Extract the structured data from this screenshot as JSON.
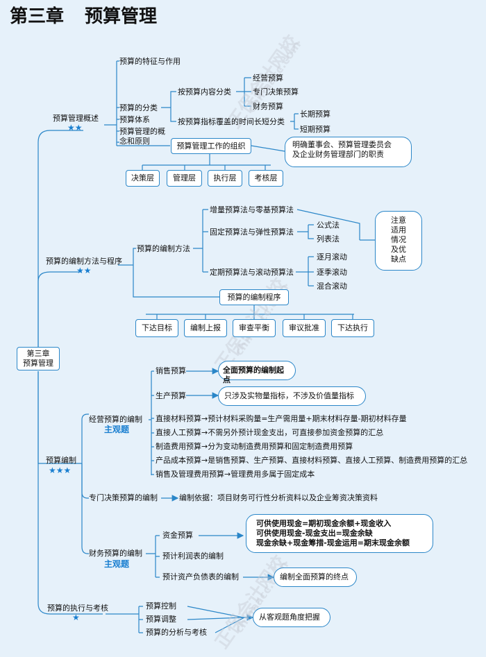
{
  "title": [
    "第三章",
    "预算管理"
  ],
  "watermark": [
    "正保会计网校",
    "chinaacc.com"
  ],
  "root": [
    "第三章",
    "预算管理"
  ],
  "sec1": {
    "label": "预算管理概述",
    "stars": "★★",
    "items": [
      "预算的特征与作用",
      "预算的分类",
      "预算体系",
      "预算管理的概",
      "念和原则"
    ],
    "cls_content": "按预算内容分类",
    "cls_content_items": [
      "经营预算",
      "专门决策预算",
      "财务预算"
    ],
    "cls_time": "按预算指标覆盖的时间长短分类",
    "cls_time_items": [
      "长期预算",
      "短期预算"
    ],
    "org": "预算管理工作的组织",
    "org_note": [
      "明确董事会、预算管理委员会",
      "及企业财务管理部门的职责"
    ],
    "levels": [
      "决策层",
      "管理层",
      "执行层",
      "考核层"
    ]
  },
  "sec2": {
    "label": "预算的编制方法与程序",
    "stars": "★★",
    "methods_label": "预算的编制方法",
    "methods": [
      "增量预算法与零基预算法",
      "固定预算法与弹性预算法",
      "定期预算法与滚动预算法"
    ],
    "flex": [
      "公式法",
      "列表法"
    ],
    "rolling": [
      "逐月滚动",
      "逐季滚动",
      "混合滚动"
    ],
    "note": [
      "注意",
      "适用",
      "情况",
      "及优",
      "缺点"
    ],
    "procedure": "预算的编制程序",
    "steps": [
      "下达目标",
      "编制上报",
      "审查平衡",
      "审议批准",
      "下达执行"
    ]
  },
  "sec3": {
    "label": "预算编制",
    "stars": "★★★",
    "op_label": "经营预算的编制",
    "op_key": "主观题",
    "sales": "销售预算",
    "sales_note": "全面预算的编制起点",
    "prod": "生产预算",
    "prod_note": "只涉及实物量指标，不涉及价值量指标",
    "op_items": [
      "直接材料预算→预计材料采购量=生产需用量+期末材料存量-期初材料存量",
      "直接人工预算→不需另外预计现金支出，可直接参加资金预算的汇总",
      "制造费用预算→分为变动制造费用预算和固定制造费用预算",
      "产品成本预算→是销售预算、生产预算、直接材料预算、直接人工预算、制造费用预算的汇总",
      "销售及管理费用预算→管理费用多属于固定成本"
    ],
    "special_label": "专门决策预算的编制",
    "special_note": "编制依据：项目财务可行性分析资料以及企业筹资决策资料",
    "fin_label": "财务预算的编制",
    "fin_key": "主观题",
    "fin_items": [
      "资金预算",
      "预计利润表的编制",
      "预计资产负债表的编制"
    ],
    "cash_note": [
      "可供使用现金=期初现金余额+现金收入",
      "可供使用现金-现金支出=现金余缺",
      "现金余缺+现金筹措-现金运用=期末现金余额"
    ],
    "bs_note": "编制全面预算的终点"
  },
  "sec4": {
    "label": "预算的执行与考核",
    "stars": "★",
    "items": [
      "预算控制",
      "预算调整",
      "预算的分析与考核"
    ],
    "note": "从客观题角度把握"
  },
  "colors": {
    "accent": "#2a86c8",
    "background": "#e6f1fa"
  }
}
